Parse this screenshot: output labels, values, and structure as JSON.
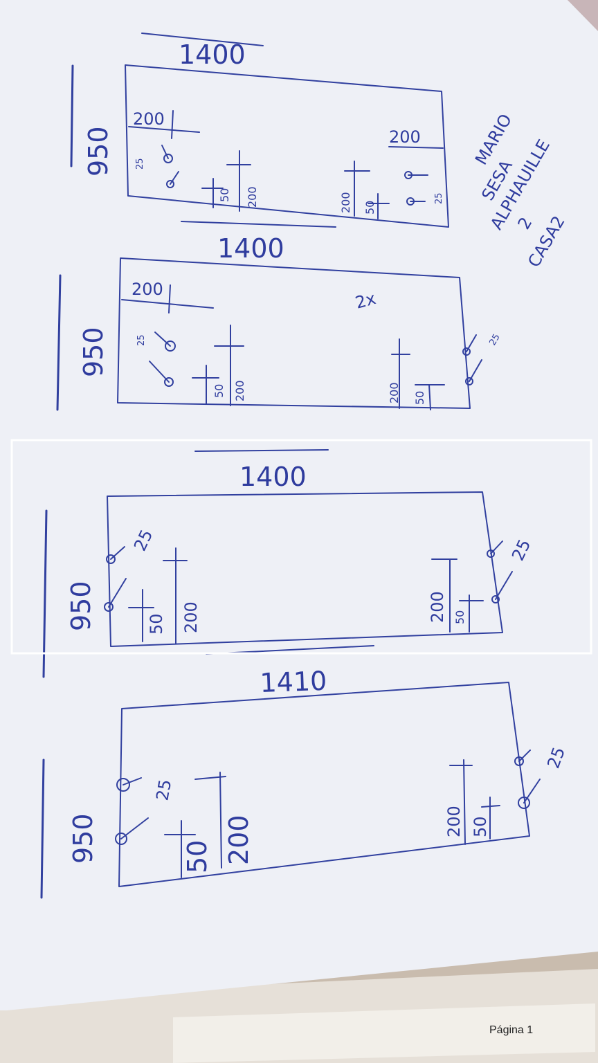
{
  "sketches": [
    {
      "width_label": "1400",
      "height_label": "950",
      "left": {
        "top_dim": "200",
        "dia": "25",
        "v1": "50",
        "v2": "200"
      },
      "right": {
        "top_dim": "200",
        "dia": "25",
        "v1": "200",
        "v2": "50"
      }
    },
    {
      "width_label": "1400",
      "height_label": "950",
      "qty": "2x",
      "left": {
        "top_dim": "200",
        "dia": "25",
        "v1": "50",
        "v2": "200"
      },
      "right": {
        "dia": "25",
        "v1": "200",
        "v2": "50"
      }
    },
    {
      "width_label": "1400",
      "height_label": "950",
      "left": {
        "dia": "25",
        "v1": "50",
        "v2": "200"
      },
      "right": {
        "dia": "25",
        "v1": "200",
        "v2": "50"
      }
    },
    {
      "width_label": "1410",
      "height_label": "950",
      "left": {
        "dia": "25",
        "v1": "50",
        "v2": "200"
      },
      "right": {
        "dia": "25",
        "v1": "200",
        "v2": "50"
      }
    }
  ],
  "note": {
    "line1": "MARIO",
    "line2": "SESA",
    "line3": "ALPHAUILLE",
    "line4": "2",
    "line5": "CASA2"
  },
  "footer": {
    "page_text": "Página 1"
  },
  "colors": {
    "ink": "#31409f",
    "paper": "#eff1f6",
    "highlight_box": "#ffffff"
  }
}
